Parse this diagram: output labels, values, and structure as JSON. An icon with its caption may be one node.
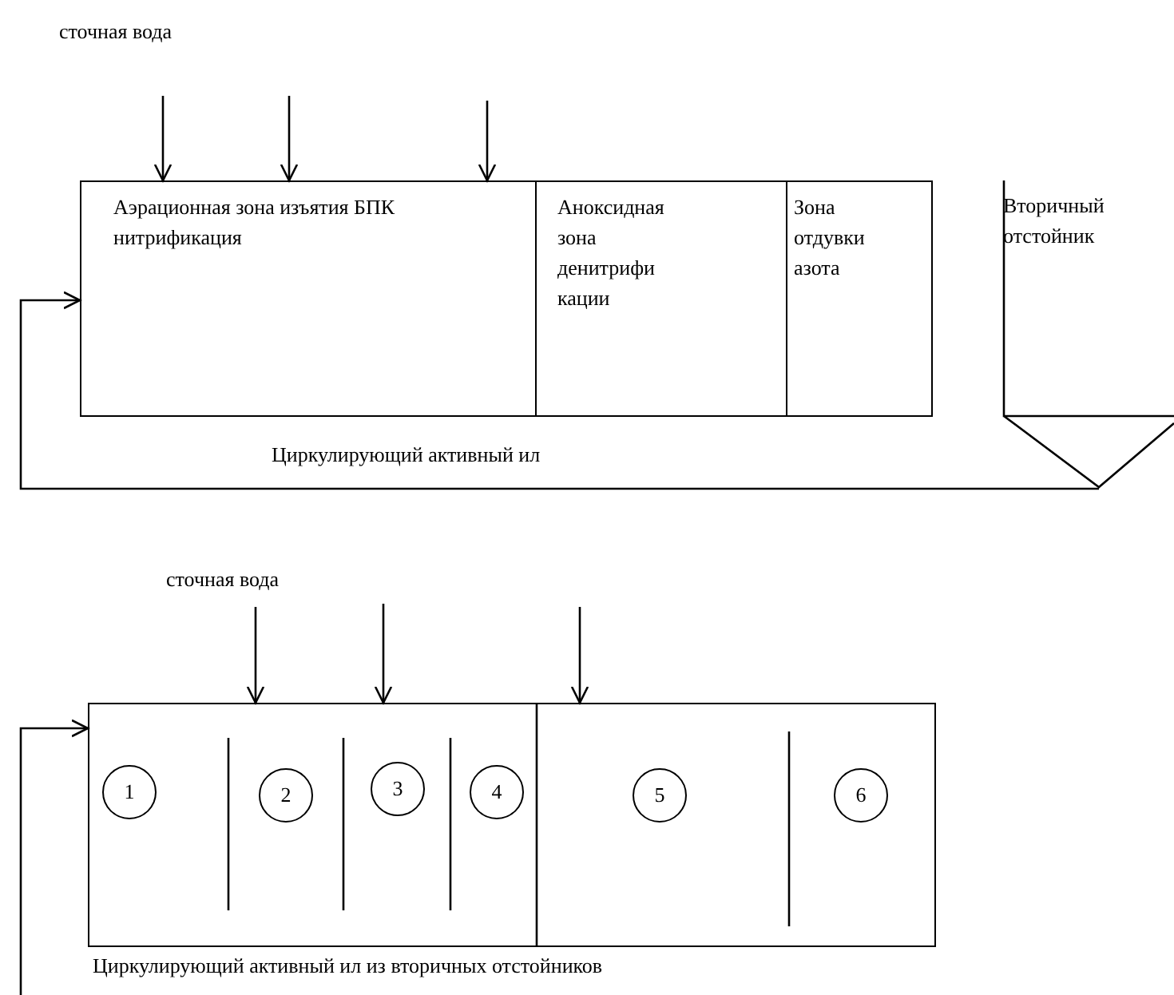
{
  "diagram": {
    "nodes": [
      {
        "text": [
          "Аэрационная зона изъятия БПК нитрификация"
        ]
      },
      {
        "text": [
          "Аноксидная зона денитрифи кации"
        ]
      },
      {
        "text": [
          "Зона отдувки азота"
        ]
      },
      {
        "text": [
          "Вторичный отстойник"
        ]
      },
      {
        "text": [],
        "shape": "box"
      },
      {
        "text": [
          "1"
        ],
        "in": 4
      },
      {
        "text": [
          "2"
        ],
        "in": 4
      },
      {
        "text": [
          "3"
        ],
        "in": 4
      },
      {
        "text": [
          "4"
        ],
        "in": 4
      },
      {
        "text": [
          "5"
        ],
        "in": 4
      },
      {
        "text": [
          "6"
        ],
        "in": 4
      }
    ],
    "edges": [
      {
        "from": null,
        "to": 0,
        "arrow": "to"
      },
      {
        "from": null,
        "to": 0,
        "arrow": "to"
      },
      {
        "from": null,
        "to": 0,
        "arrow": "to"
      },
      {
        "from": 3,
        "to": 0,
        "arrow": "to",
        "label": "Циркулирующий активный ил"
      },
      {
        "from": null,
        "to": 4,
        "arrow": "to"
      },
      {
        "from": null,
        "to": 4,
        "arrow": "to"
      },
      {
        "from": null,
        "to": 4,
        "arrow": "to"
      },
      {
        "from": null,
        "to": 4,
        "arrow": "to"
      }
    ],
    "labels": [
      "сточная вода",
      "сточная вода",
      "Циркулирующий активный ил из вторичных отстойников"
    ]
  }
}
